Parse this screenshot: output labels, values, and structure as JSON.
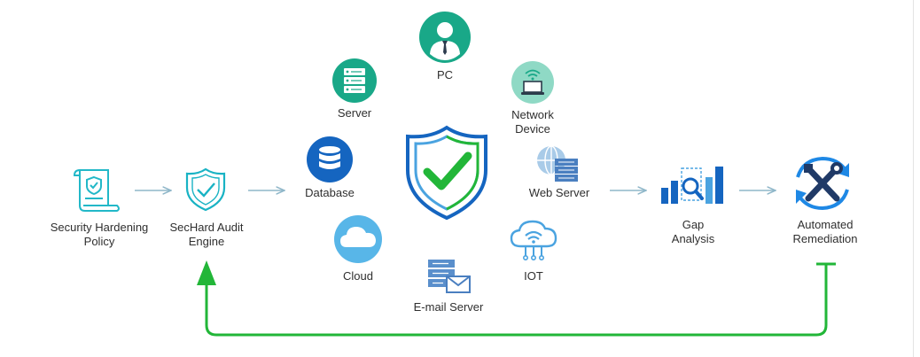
{
  "nodes": {
    "policy": {
      "label_line1": "Security Hardening",
      "label_line2": "Policy"
    },
    "engine": {
      "label_line1": "SecHard Audit",
      "label_line2": "Engine"
    },
    "pc": {
      "label": "PC"
    },
    "server": {
      "label": "Server"
    },
    "network": {
      "label_line1": "Network",
      "label_line2": "Device"
    },
    "database": {
      "label": "Database"
    },
    "web_server": {
      "label": "Web Server"
    },
    "cloud": {
      "label": "Cloud"
    },
    "iot": {
      "label": "IOT"
    },
    "email_server": {
      "label": "E-mail Server"
    },
    "gap": {
      "label_line1": "Gap",
      "label_line2": "Analysis"
    },
    "remediation": {
      "label_line1": "Automated",
      "label_line2": "Remediation"
    }
  },
  "icons": {
    "policy": "document-shield-icon",
    "engine": "shield-check-icon",
    "pc": "user-icon",
    "server": "server-rack-icon",
    "network": "wifi-laptop-icon",
    "database": "database-icon",
    "web_server": "globe-server-icon",
    "cloud": "cloud-icon",
    "iot": "wifi-cloud-icon",
    "email_server": "server-mail-icon",
    "gap": "bar-magnifier-icon",
    "remediation": "tools-cycle-icon",
    "center": "large-shield-check-icon"
  },
  "colors": {
    "teal": "#19a888",
    "teal_light": "#8fd9c5",
    "blue": "#1565c0",
    "blue_light": "#4aa3e0",
    "sky": "#58b6e8",
    "green": "#22b638",
    "arrow_gray": "#8fb7c9",
    "navy": "#203a67"
  }
}
